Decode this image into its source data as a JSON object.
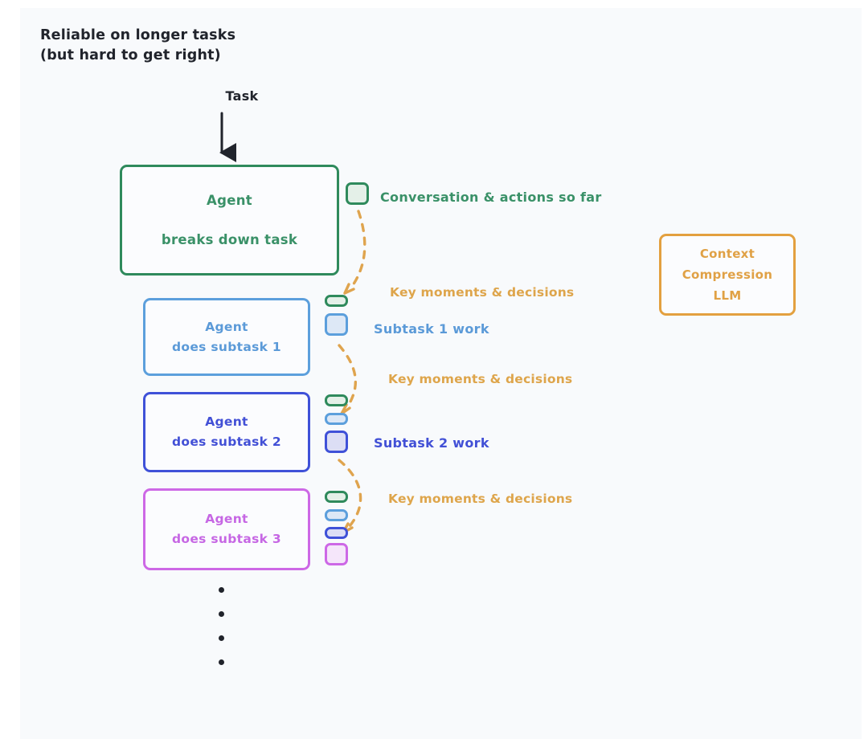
{
  "canvas": {
    "background": "#f8fafc",
    "page_background": "#ffffff"
  },
  "headline": {
    "line1": "Reliable on longer tasks",
    "line2": "(but hard to get right)",
    "color": "#21242c"
  },
  "flow": {
    "task_label": "Task",
    "arrow_icon": "down-arrow-icon"
  },
  "boxes": {
    "breakdown": {
      "line1": "Agent",
      "line2": "breaks down task",
      "color": "#2f8a5c"
    },
    "subtask_1": {
      "line1": "Agent",
      "line2": "does subtask 1",
      "color": "#5c9fdc"
    },
    "subtask_2": {
      "line1": "Agent",
      "line2": "does subtask 2",
      "color": "#3f51d8"
    },
    "subtask_3": {
      "line1": "Agent",
      "line2": "does subtask 3",
      "color": "#cd68e6"
    },
    "compression": {
      "line1": "Context",
      "line2": "Compression",
      "line3": "LLM",
      "color": "#e3a03f"
    }
  },
  "legend": {
    "conversation": "Conversation & actions so far",
    "subtask_1_work": "Subtask 1 work",
    "subtask_2_work": "Subtask 2 work"
  },
  "annotations": {
    "key_moments_1": "Key moments & decisions",
    "key_moments_2": "Key moments & decisions",
    "key_moments_3": "Key moments & decisions",
    "color": "#dea54b"
  },
  "ellipsis": {
    "dot_count": 4,
    "color": "#20232b"
  },
  "chip_colors": {
    "green": "#2f8a5c",
    "light_blue": "#5c9fdc",
    "indigo": "#3f51d8",
    "purple": "#cd68e6"
  }
}
